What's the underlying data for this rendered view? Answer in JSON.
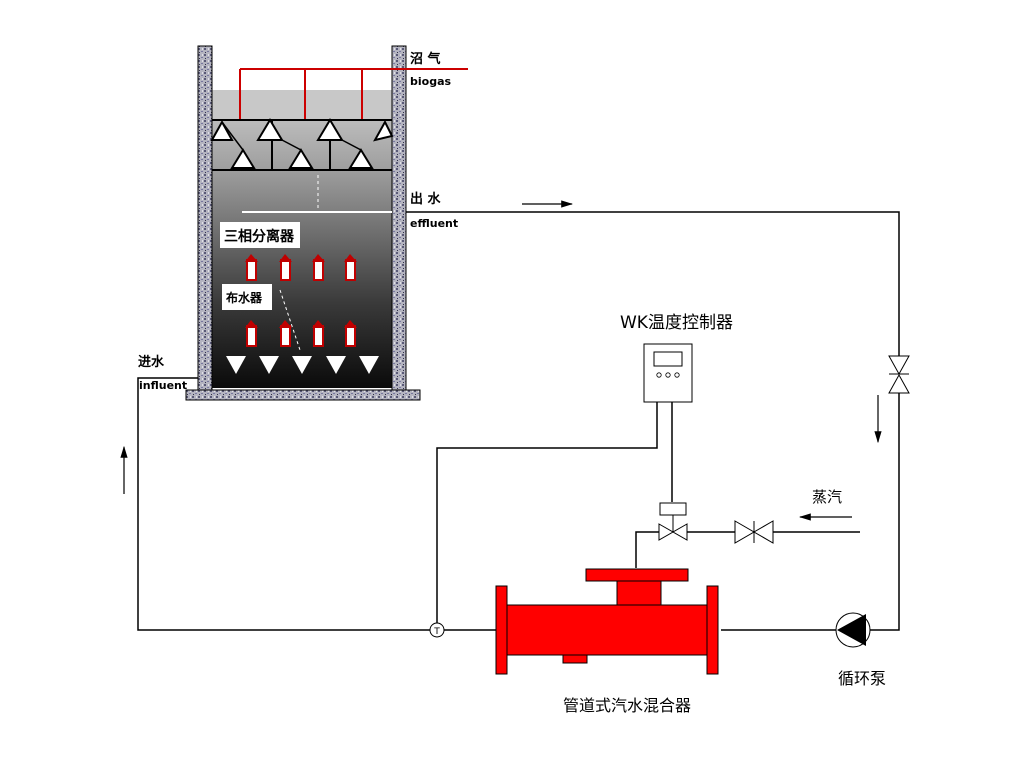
{
  "diagram": {
    "title": "UASB reactor steam-water heating process flow",
    "colors": {
      "pipe": "#000000",
      "mixer": "#ff0000",
      "biogas_pipe": "#cc0000",
      "wall": "#a8a8b8",
      "sludge_dark": "#111111",
      "sludge_light": "#dcdcdc"
    },
    "reactor": {
      "biogas_cn": "沼 气",
      "biogas_en": "biogas",
      "effluent_cn": "出 水",
      "effluent_en": "effluent",
      "influent_cn": "进水",
      "influent_en": "influent",
      "separator_label": "三相分离器",
      "distributor_label": "布水器"
    },
    "controller": {
      "label": "WK温度控制器",
      "icon": "temperature-controller-icon",
      "button_count": 3
    },
    "steam": {
      "label": "蒸汽"
    },
    "mixer": {
      "label": "管道式汽水混合器"
    },
    "pump": {
      "label": "循环泵",
      "icon": "pump-icon"
    },
    "sensor": {
      "symbol": "T",
      "icon": "temperature-sensor-icon"
    }
  }
}
